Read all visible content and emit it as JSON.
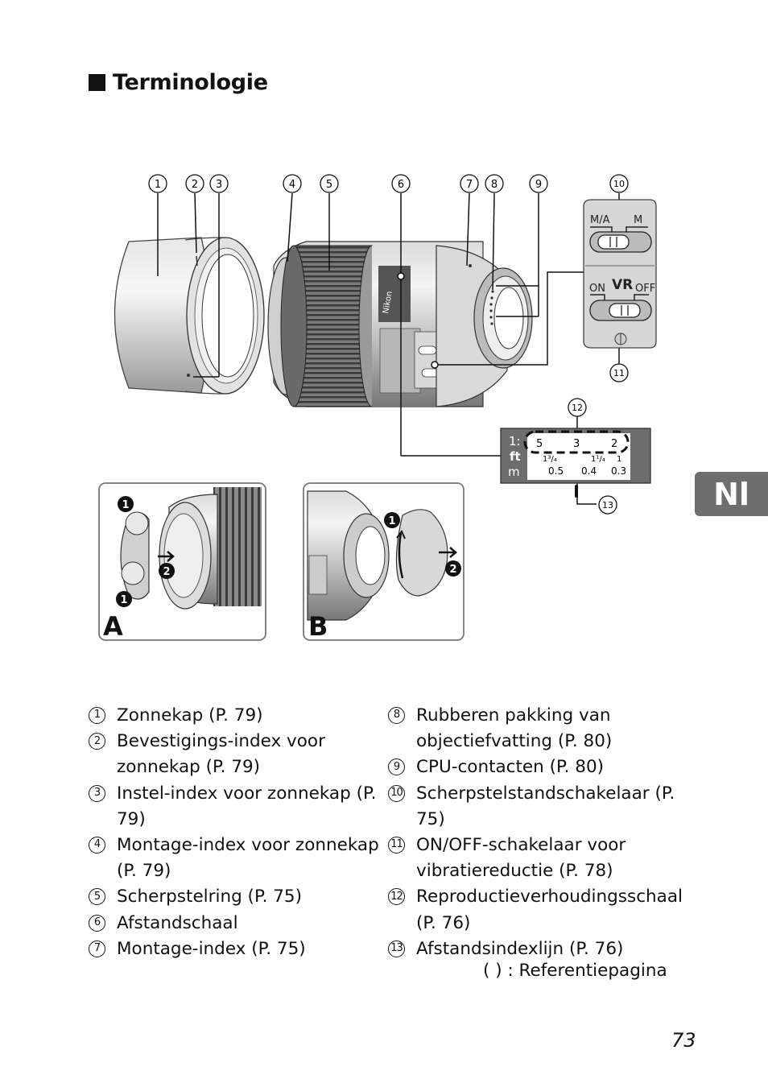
{
  "section": {
    "title": "Terminologie"
  },
  "figure": {
    "callouts": [
      "1",
      "2",
      "3",
      "4",
      "5",
      "6",
      "7",
      "8",
      "9",
      "10",
      "11",
      "12",
      "13"
    ],
    "switch_focus": {
      "left_label": "M/A",
      "right_label": "M"
    },
    "switch_vr": {
      "on_label": "ON",
      "mid_label": "VR",
      "off_label": "OFF"
    },
    "scale": {
      "units": [
        "1:",
        "ft",
        "m"
      ],
      "ratio_values": [
        "5",
        "3",
        "2"
      ],
      "ft_values": [
        "1³/₄",
        "1¹/₄",
        "1"
      ],
      "m_values": [
        "0.5",
        "0.4",
        "0.3"
      ]
    },
    "inset_a": {
      "label": "A",
      "steps": [
        "1",
        "2",
        "1"
      ]
    },
    "inset_b": {
      "label": "B",
      "steps": [
        "1",
        "2"
      ]
    },
    "brand": "Nikon"
  },
  "legend_left": [
    {
      "num": "1",
      "text": "Zonnekap (P. 79)"
    },
    {
      "num": "2",
      "text": "Bevestigings-index voor zonnekap (P. 79)"
    },
    {
      "num": "3",
      "text": "Instel-index voor zonnekap (P. 79)"
    },
    {
      "num": "4",
      "text": "Montage-index voor zonnekap (P. 79)"
    },
    {
      "num": "5",
      "text": "Scherpstelring (P. 75)"
    },
    {
      "num": "6",
      "text": "Afstandschaal"
    },
    {
      "num": "7",
      "text": "Montage-index (P. 75)"
    }
  ],
  "legend_right": [
    {
      "num": "8",
      "text": "Rubberen pakking van objectiefvatting (P. 80)"
    },
    {
      "num": "9",
      "text": "CPU-contacten (P. 80)"
    },
    {
      "num": "10",
      "text": "Scherpstelstandschakelaar (P. 75)"
    },
    {
      "num": "11",
      "text": "ON/OFF-schakelaar voor vibratiereductie (P. 78)"
    },
    {
      "num": "12",
      "text": "Reproductieverhoudingsschaal (P. 76)"
    },
    {
      "num": "13",
      "text": "Afstandsindexlijn (P. 76)"
    }
  ],
  "reference_note": "(     ) : Referentiepagina",
  "language_tab": "Nl",
  "page_number": "73"
}
